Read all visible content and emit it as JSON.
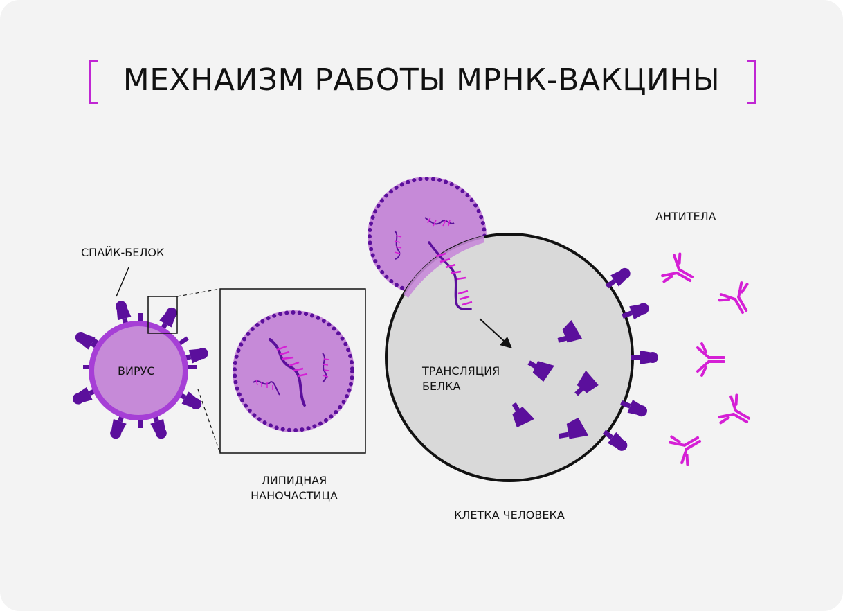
{
  "title": "МЕХНАИЗМ РАБОТЫ  МРНК-ВАКЦИНЫ",
  "labels": {
    "spike": "СПАЙК-БЕЛОК",
    "virus": "ВИРУС",
    "lipid_line1": "ЛИПИДНАЯ",
    "lipid_line2": "НАНОЧАСТИЦА",
    "translation_line1": "ТРАНСЛЯЦИЯ",
    "translation_line2": "БЕЛКА",
    "cell": "КЛЕТКА ЧЕЛОВЕКА",
    "antibodies": "АНТИТЕЛА"
  },
  "colors": {
    "background": "#f3f3f3",
    "accent_magenta": "#c026d3",
    "particle_fill": "#c68ad8",
    "membrane": "#a63fd6",
    "protein_dark": "#5b0f9c",
    "cell_fill": "#d9d9d9",
    "antibody": "#d51fd5"
  },
  "icons": {
    "virus": "virus-icon",
    "spike_protein": "spike-protein-icon",
    "lipid_nanoparticle": "lipid-nanoparticle-icon",
    "mrna": "mrna-strand-icon",
    "human_cell": "human-cell-icon",
    "antibody": "antibody-icon",
    "arrow": "arrow-icon"
  }
}
